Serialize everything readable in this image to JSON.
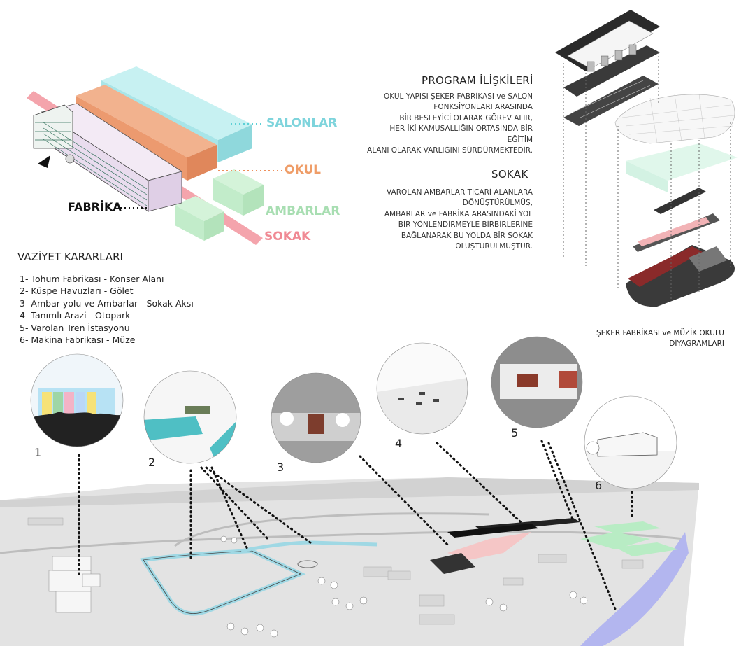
{
  "legend": {
    "salonlar": "SALONLAR",
    "okul": "OKUL",
    "ambarlar": "AMBARLAR",
    "sokak": "SOKAK",
    "fabrika": "FABRİKA"
  },
  "program": {
    "title": "PROGRAM İLİŞKİLERİ",
    "text": "OKUL YAPISI ŞEKER FABRİKASI ve SALON\nFONKSİYONLARI ARASINDA\nBİR BESLEYİCİ OLARAK GÖREV ALIR,\nHER İKİ KAMUSALLIĞIN ORTASINDA BİR\nEĞİTİM\nALANI OLARAK VARLIĞINI SÜRDÜRMEKTEDİR."
  },
  "sokak": {
    "title": "SOKAK",
    "text": "VAROLAN AMBARLAR TİCARİ ALANLARA\nDÖNÜŞTÜRÜLMÜŞ,\nAMBARLAR ve FABRİKA ARASINDAKİ YOL\nBİR YÖNLENDİRMEYLE BİRBİRLERİNE\nBAĞLANARAK BU YOLDA BİR SOKAK\nOLUŞTURULMUŞTUR."
  },
  "vaziyet": {
    "title": "VAZİYET KARARLARI",
    "items": [
      "1- Tohum Fabrikası - Konser Alanı",
      "2- Küspe Havuzları - Gölet",
      "3- Ambar yolu ve Ambarlar - Sokak Aksı",
      "4- Tanımlı Arazi - Otopark",
      "5- Varolan Tren İstasyonu",
      "6- Makina Fabrikası - Müze"
    ]
  },
  "caption": "ŞEKER FABRİKASI ve MÜZİK OKULU\nDİYAGRAMLARI",
  "numbers": [
    "1",
    "2",
    "3",
    "4",
    "5",
    "6"
  ],
  "colors": {
    "salon": "#a8e8ea",
    "okul": "#f0a27a",
    "ambar": "#c8efcf",
    "sokak": "#f39aa3",
    "fabrika": "#e9dcee",
    "water": "#bfe3ea",
    "ground": "#e4e4e4"
  }
}
